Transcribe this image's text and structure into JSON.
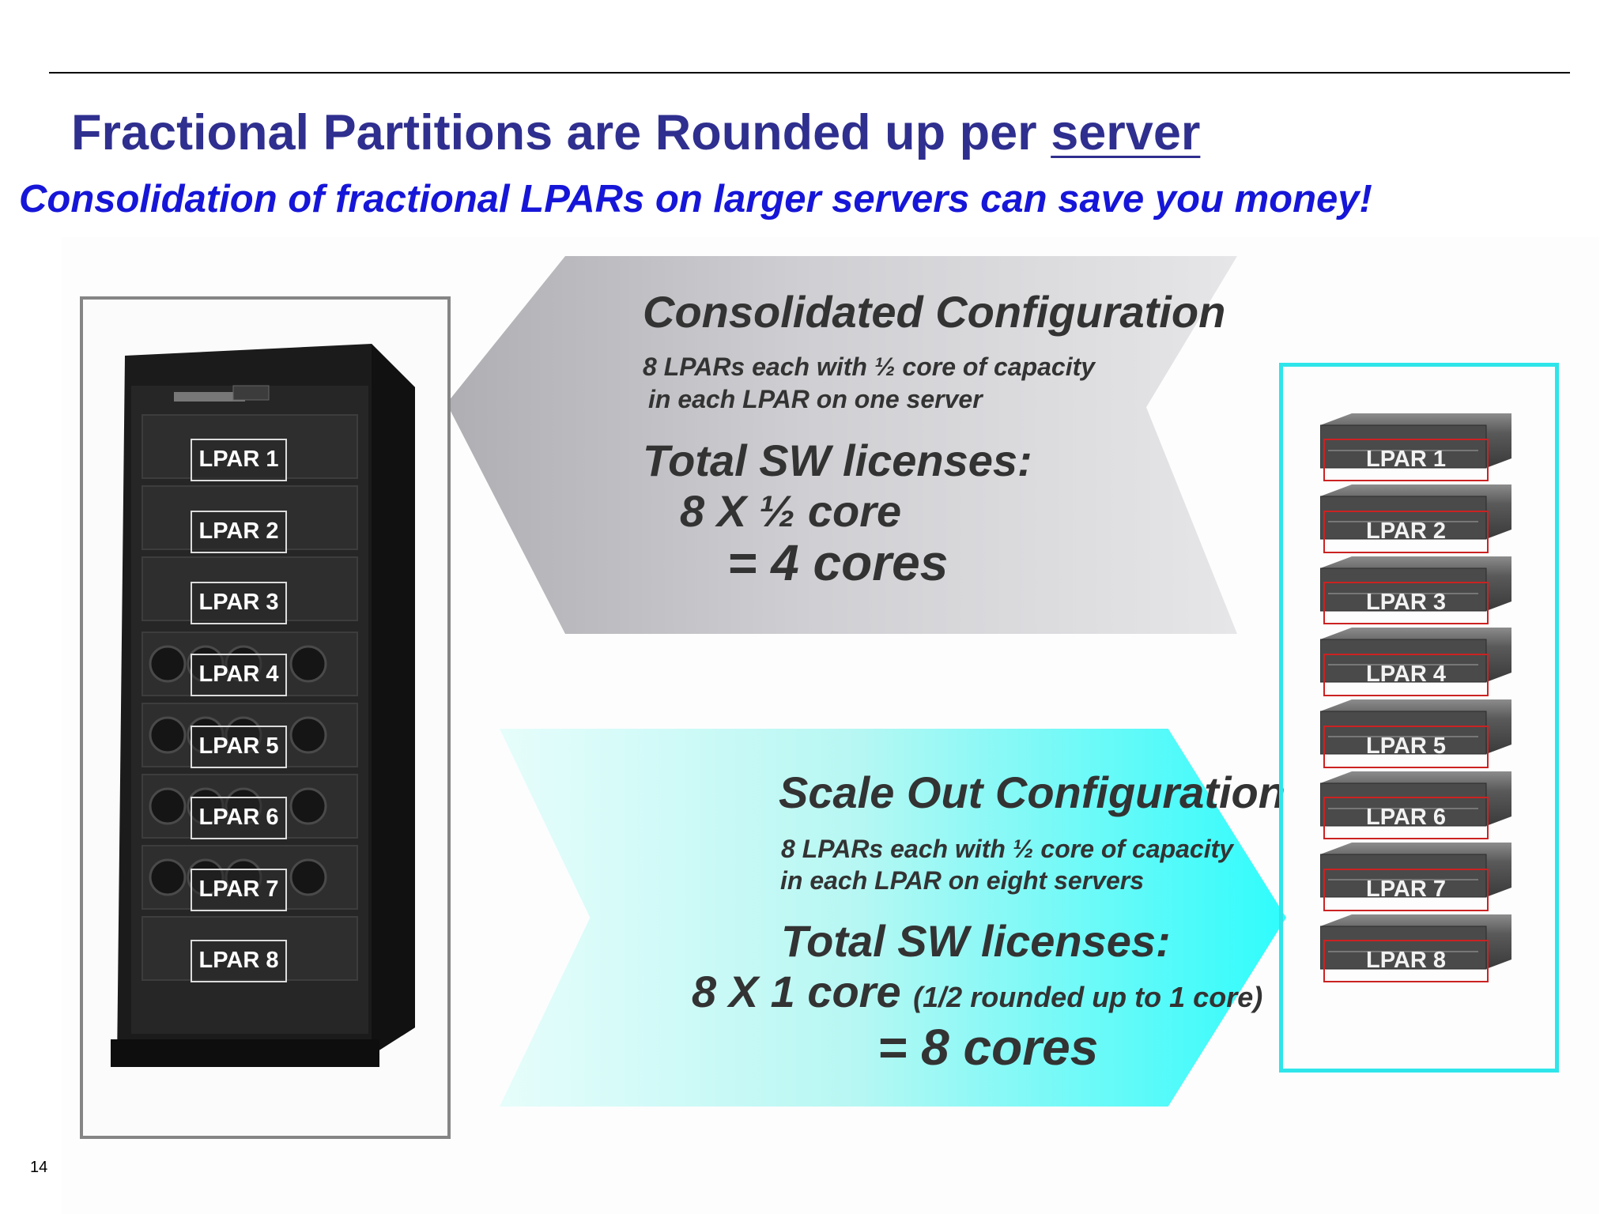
{
  "title_prefix": "Fractional Partitions are Rounded up per ",
  "title_emphasis": "server",
  "subtitle": "Consolidation of fractional LPARs on larger servers can save you money!",
  "consolidated": {
    "heading": "Consolidated Configuration",
    "desc_line1": "8 LPARs each with ½ core of capacity",
    "desc_line2": "in each LPAR on one server",
    "total_label": "Total SW licenses:",
    "calc": "8 X ½ core",
    "result": "= 4 cores"
  },
  "scale_out": {
    "heading": "Scale Out Configuration",
    "desc_line1": "8 LPARs each with ½ core of capacity",
    "desc_line2": "in each LPAR on eight servers",
    "total_label": "Total SW licenses:",
    "calc": "8 X 1 core",
    "calc_note": "(1/2 rounded up to 1 core)",
    "result": "= 8 cores"
  },
  "rack_lpars": [
    "LPAR 1",
    "LPAR 2",
    "LPAR 3",
    "LPAR 4",
    "LPAR 5",
    "LPAR 6",
    "LPAR 7",
    "LPAR 8"
  ],
  "server_lpars": [
    "LPAR 1",
    "LPAR 2",
    "LPAR 3",
    "LPAR 4",
    "LPAR 5",
    "LPAR 6",
    "LPAR 7",
    "LPAR 8"
  ],
  "page_number": "14",
  "colors": {
    "title": "#2f2f8f",
    "subtitle": "#1616d8",
    "scale_out_frame": "#2ee5ea",
    "lpar_outline": "#cc2222"
  }
}
